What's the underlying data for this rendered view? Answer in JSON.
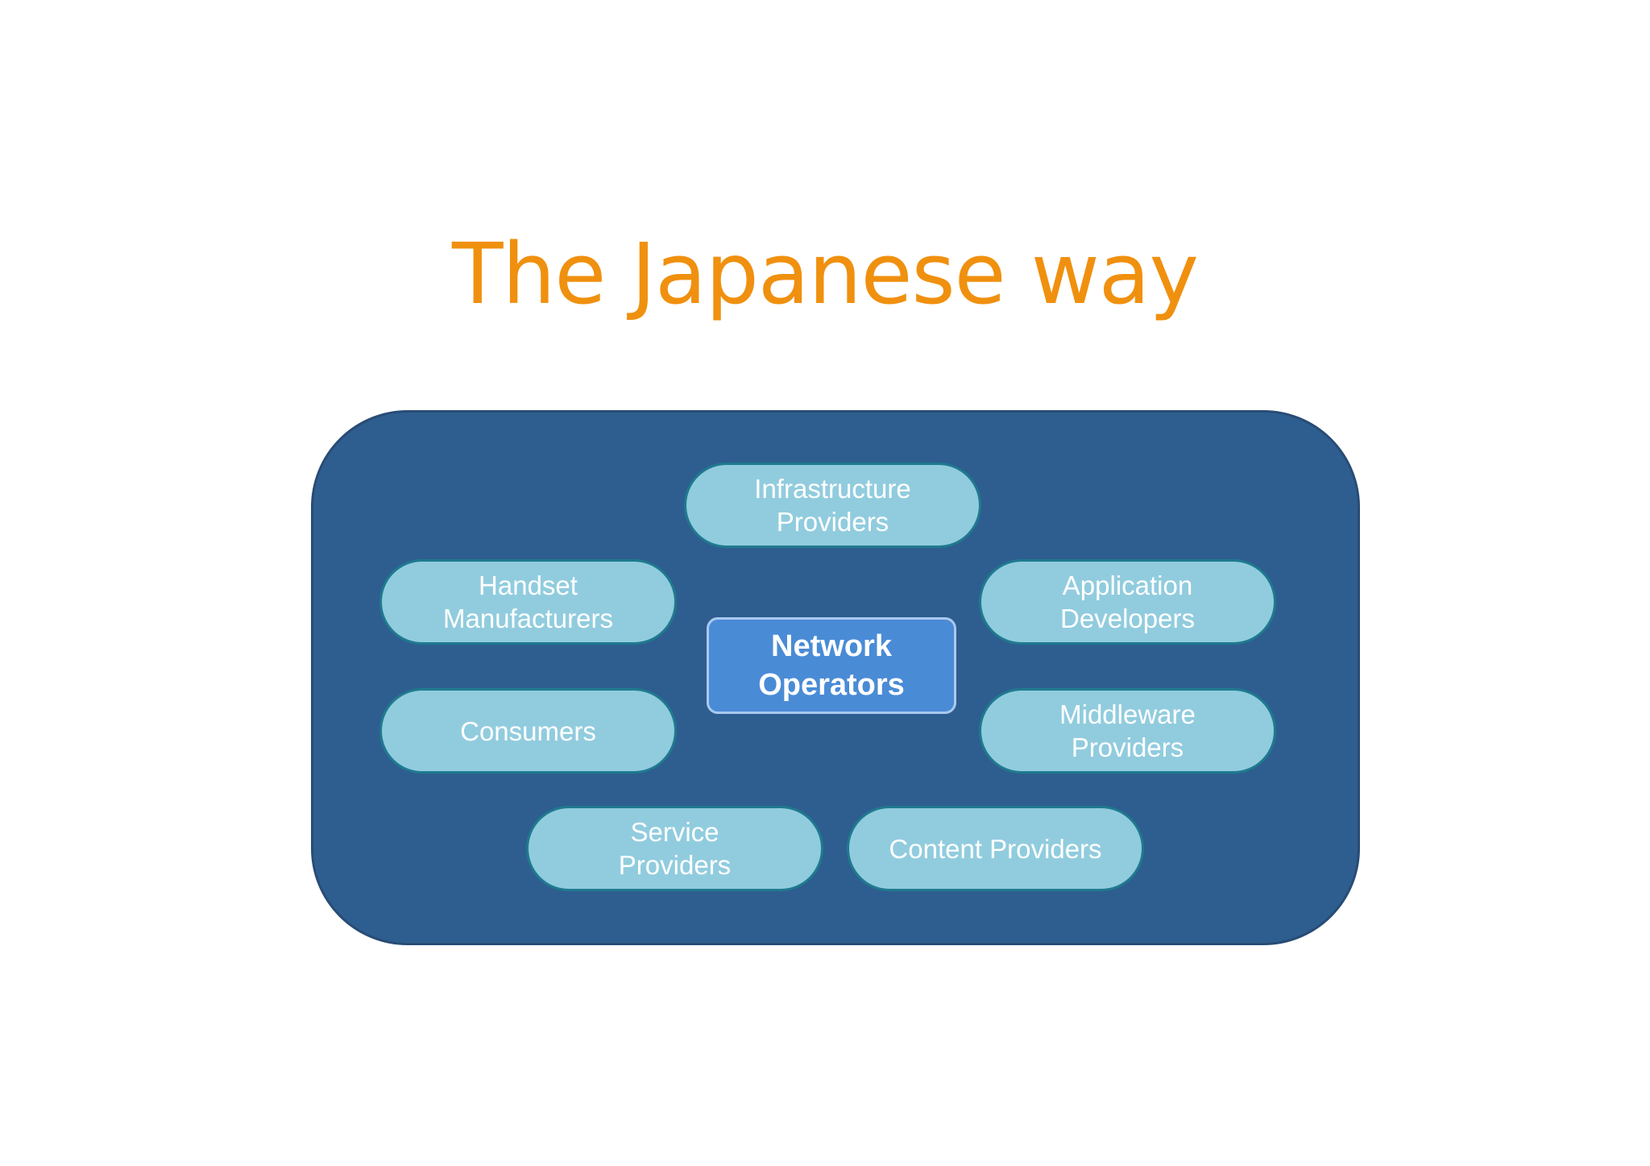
{
  "slide": {
    "title": "The Japanese way"
  },
  "diagram": {
    "center": "Network\nOperators",
    "nodes": {
      "infrastructure": "Infrastructure\nProviders",
      "handset": "Handset\nManufacturers",
      "application": "Application\nDevelopers",
      "consumers": "Consumers",
      "middleware": "Middleware\nProviders",
      "service": "Service\nProviders",
      "content": "Content Providers"
    }
  },
  "colors": {
    "title": "#F0900F",
    "panel": "#2E5E8F",
    "pill": "#91CCDE",
    "pill_border": "#1F7A8F",
    "center": "#4A8BD6"
  }
}
